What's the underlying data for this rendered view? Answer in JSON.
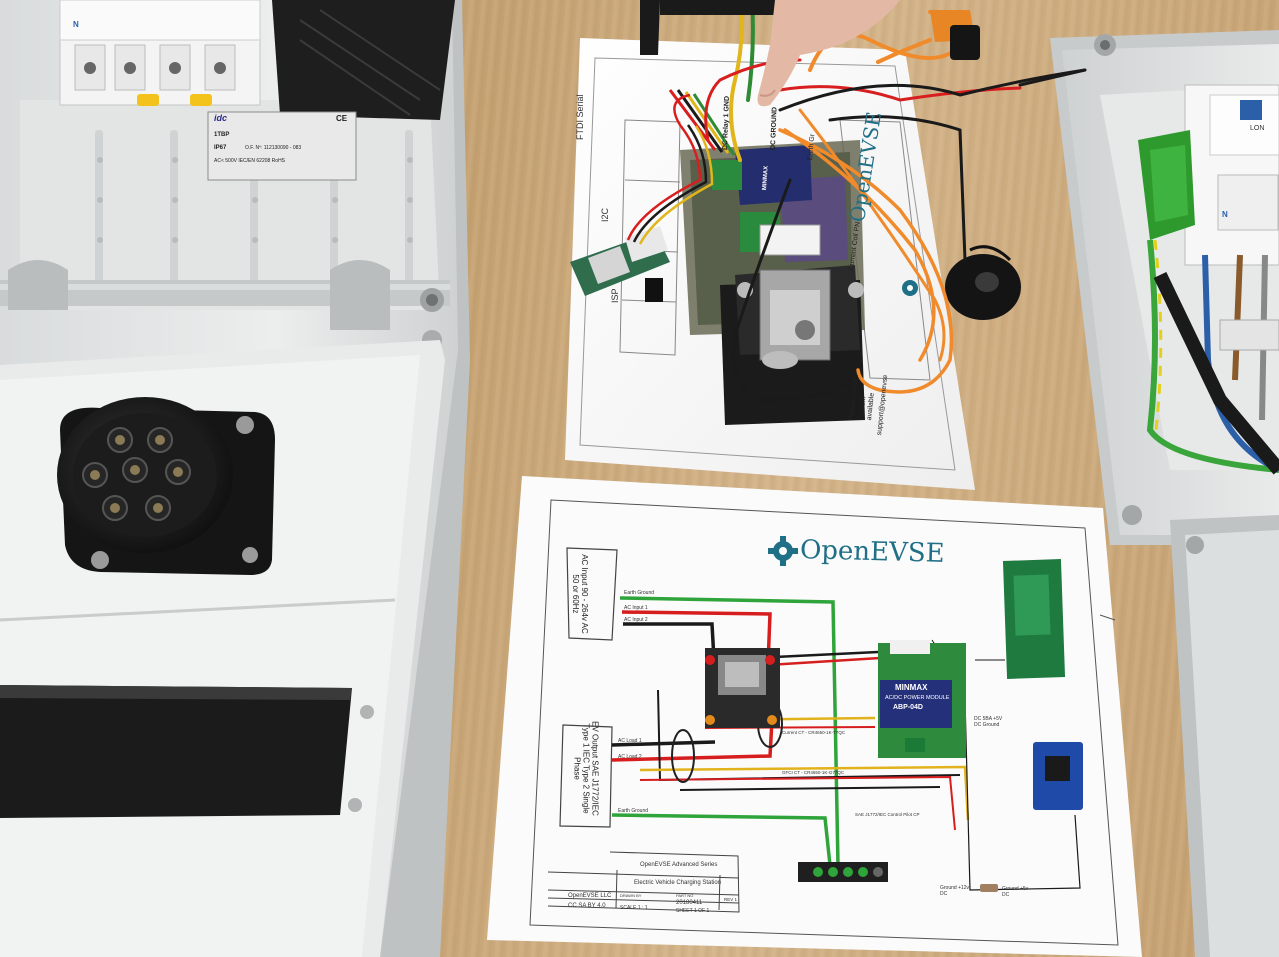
{
  "photo": {
    "subject": "",
    "colors": {
      "desk": "#c9a779",
      "enclosure": "#e8eaea",
      "paper": "#fbfbfb",
      "brand": "#1f6f86"
    }
  },
  "schematic": {
    "brand": "OpenEVSE",
    "ac_input": "AC Input 90 - 264v AC 50 or 60Hz",
    "ev_output": "EV Output SAE J1772/IEC Type 1 IEC Type 2 Single Phase",
    "earth_ground": "Earth Ground",
    "ac_input_1": "AC Input 1",
    "ac_input_2": "AC Input 2",
    "ac_load_1": "AC Load 1",
    "ac_load_2": "AC Load 2",
    "current_ct": "Current CT - CR4650-1K-T7QC",
    "gfci_ct": "GFCI CT - CR4650-1K-G77QC",
    "power_module_brand": "MINMAX",
    "power_module_desc": "AC/DC POWER MODULE",
    "power_module_model": "ABP-04D",
    "pilot_label": "SAE J1772/IEC Control Pilot CP",
    "ground_12v": "Ground +12v DC",
    "ground_5v": "Ground +5v DC",
    "dc_label": "DC 5BA +5V DC Ground",
    "title_block": {
      "series": "OpenEVSE Advanced Series",
      "title": "Electric Vehicle Charging Station",
      "company": "OpenEVSE LLC",
      "license": "CC SA BY 4.0",
      "drawn_by": "DRAWN BY",
      "part_no": "PART NO",
      "date": "20180411",
      "rev": "REV 1",
      "scale": "SCALE 1 : 1",
      "sheet": "SHEET 1 OF 1"
    }
  },
  "board_sheet": {
    "brand": "OpenEVSE",
    "ftdi": "FTDI Serial",
    "i2c": "I2C",
    "isp": "ISP",
    "dc_relay": "DC Relay 1 GND",
    "dc_ground": "DC GROUND",
    "earth": "Earth Gr",
    "current_coil": "Current Coil PN",
    "relay_brand": "MINMAX",
    "support": "support@openevse",
    "custom": "Custom",
    "available": "available",
    "contact": "Please contact"
  },
  "breaker_labels": {
    "n_top": "N",
    "n_right": "N",
    "lon": "LON"
  },
  "enclosure_label": {
    "maker": "idc",
    "model": "1TBP",
    "ip": "IP67",
    "serial": "O.F. Nº: 112130090 - 083",
    "spec": "AC< 500V IEC/EN 62208 RoHS",
    "ce": "CE"
  },
  "wire_colors": [
    "#d81e1e",
    "#1a1a1a",
    "#e0b61b",
    "#f08a2a",
    "#2e8b34",
    "#ffffff"
  ]
}
